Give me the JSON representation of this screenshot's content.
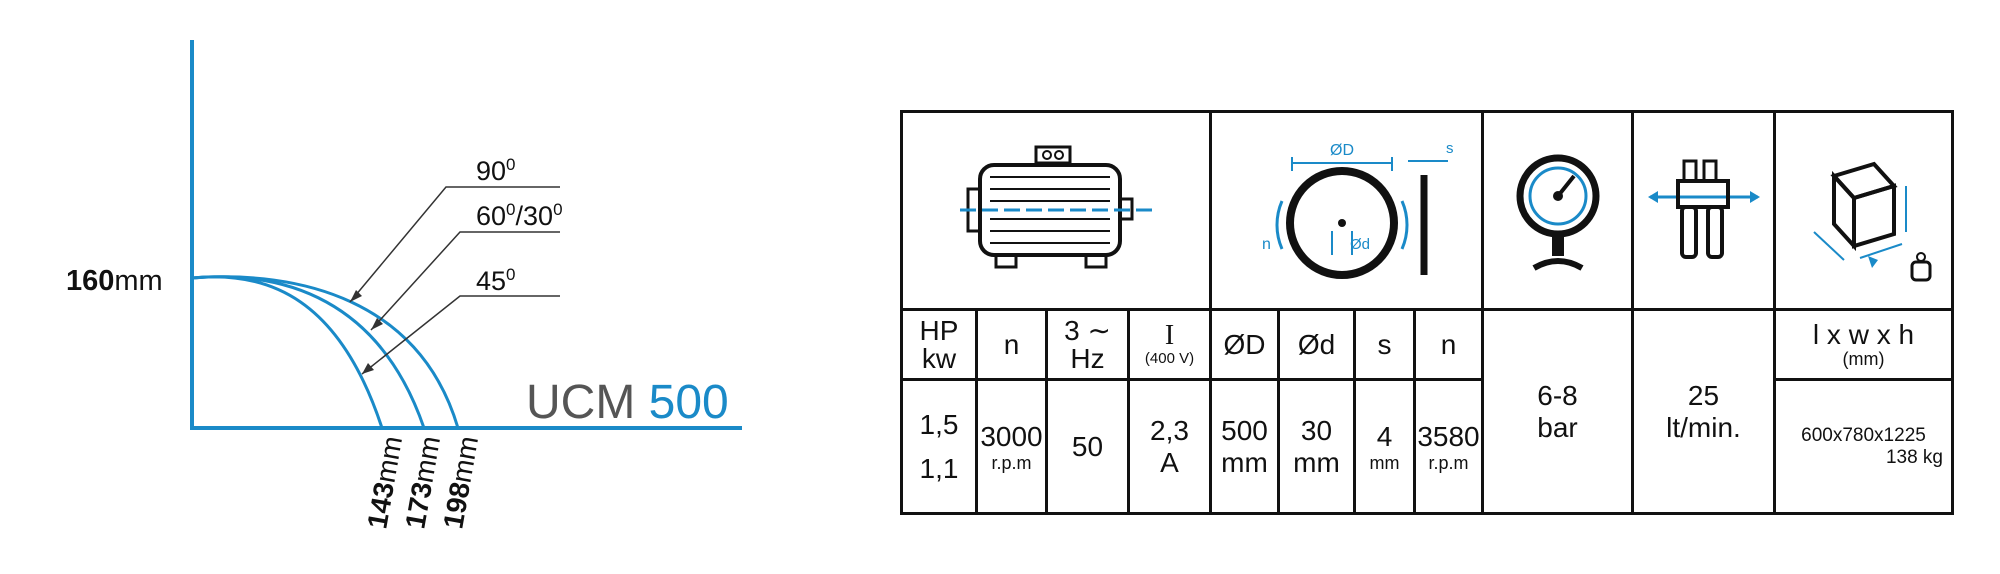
{
  "diagram": {
    "height_value": "160",
    "height_unit": "mm",
    "angles": [
      "90",
      "60",
      "/30",
      "45"
    ],
    "degree_symbol": "0",
    "model_prefix": "UCM",
    "model_number": "500",
    "widths": [
      {
        "value": "143",
        "unit": "mm"
      },
      {
        "value": "173",
        "unit": "mm"
      },
      {
        "value": "198",
        "unit": "mm"
      }
    ],
    "accent_color": "#1a8ac8",
    "text_color": "#111111"
  },
  "table": {
    "icons": [
      "motor-icon",
      "saw-blade-icon",
      "pressure-gauge-icon",
      "air-regulator-icon",
      "package-dimensions-icon"
    ],
    "blade_labels": {
      "D": "ØD",
      "d": "Ød",
      "s": "s",
      "n": "n"
    },
    "headers": {
      "hp": "HP",
      "kw": "kw",
      "n": "n",
      "phase": "3 ∼",
      "hz": "Hz",
      "current": "I",
      "voltage": "(400 V)",
      "diameter_D": "ØD",
      "diameter_d": "Ød",
      "thickness": "s",
      "blade_n": "n",
      "dims": "l x w x h",
      "dims_unit": "(mm)"
    },
    "values": {
      "hp": "1,5",
      "kw": "1,1",
      "n": "3000",
      "n_unit": "r.p.m",
      "hz": "50",
      "current": "2,3",
      "current_unit": "A",
      "D": "500",
      "D_unit": "mm",
      "d": "30",
      "d_unit": "mm",
      "s": "4",
      "s_unit": "mm",
      "blade_n": "3580",
      "blade_n_unit": "r.p.m",
      "pressure": "6-8",
      "pressure_unit": "bar",
      "air": "25",
      "air_unit": "lt/min.",
      "dims": "600x780x1225",
      "weight": "138 kg"
    }
  }
}
